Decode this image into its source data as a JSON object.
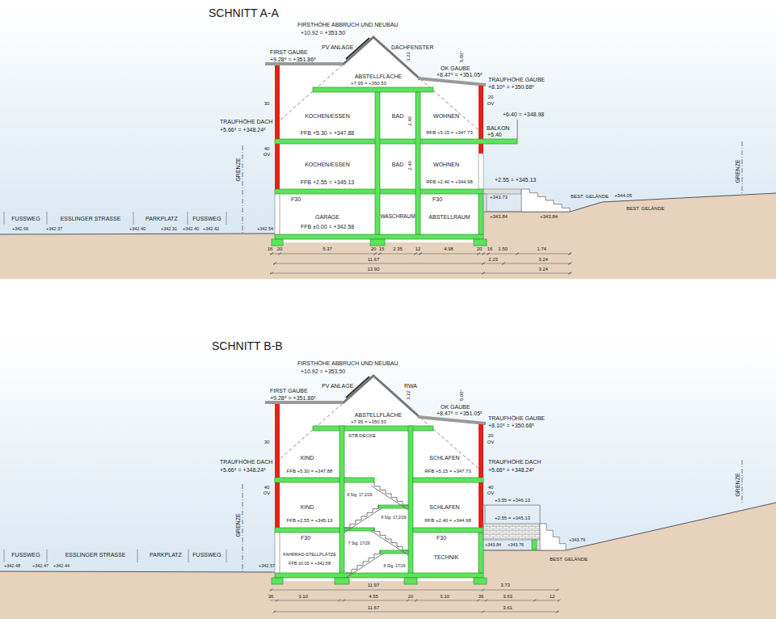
{
  "diagram": {
    "labels": [
      "SCHNITT A-A",
      "FIRSTHÖHE ABBRUCH UND NEUBAU",
      "+10.92 = +353.50",
      "PV ANLAGE",
      "DACHFENSTER",
      "3.22",
      "5.00°",
      "FIRST GAUBE",
      "+9.28⁵ = +351.86⁵",
      "OK GAUBE",
      "+8.47⁵ = +351.05⁵",
      "TRAUFHÖHE GAUBE",
      "+8.10⁵ = +350.68⁵",
      "ABSTELLFLÄCHE",
      "+7.95 = +350.53",
      "TRAUFHÖHE DACH",
      "+5.66⁵ = +348.24⁵",
      "30",
      "20",
      "OV",
      "40",
      "OV",
      "KOCHEN/ESSEN",
      "FFB +5.30 = +347.88",
      "BAD",
      "WOHNEN",
      "RFB +5.15 = +347.73",
      "2.40",
      "BALKON",
      "+6.40 = +348.98",
      "+5.40",
      "KOCHEN/ESSEN",
      "FFB +2.55 = +345.13",
      "BAD",
      "WOHNEN",
      "RFB +2.40 = +344.98",
      "2.40",
      "F30",
      "F30",
      "GARAGE",
      "FFB ±0.00 = +342.58",
      "WASCHRAUM",
      "ABSTELLRAUM",
      "+2.55 = +345.13",
      "+343.73",
      "BEST. GELÄNDE",
      "+343.84",
      "+343.84",
      "GRENZE",
      "GRENZE",
      "+344.05",
      "BEST. GELÄNDE",
      "FUSSWEG",
      "ESSLINGER STRASSE",
      "PARKPLATZ",
      "FUSSWEG",
      "+342.66",
      "+342.37",
      "+342.40",
      "+342.31",
      "+342.40",
      "+342.42",
      "+342.54",
      "16",
      "20",
      "5.37",
      "20",
      "15",
      "2.35",
      "12",
      "4.98",
      "20",
      "16",
      "1.50",
      "1.74",
      "11.67",
      "2.23",
      "3.24",
      "13.90",
      "3.24",
      "SCHNITT B-B",
      "FIRSTHÖHE ABBRUCH UND NEUBAU",
      "+10.92 = +353.50",
      "PV ANLAGE",
      "RWA",
      "3.22",
      "5.00°",
      "FIRST GAUBE",
      "+9.28⁵ = +351.86⁵",
      "OK GAUBE",
      "+8.47⁵ = +351.05⁵",
      "TRAUFHÖHE GAUBE",
      "+8.10⁵ = +350.68⁵",
      "ABSTELLFLÄCHE",
      "+7.95 = +350.53",
      "STB DECKE",
      "TRAUFHÖHE DACH",
      "+5.66⁵ = +348.24⁵",
      "TRAUFHÖHE DACH",
      "+5.66⁵ = +348.24⁵",
      "30",
      "40",
      "OV",
      "20",
      "OV",
      "40",
      "OV",
      "KIND",
      "FFB +5.30 = +347.88",
      "8 Stg. 17,2/29",
      "SCHLAFEN",
      "RFB +5.15 = +347.73",
      "8 Stg. 17,2/29",
      "KIND",
      "FFB +2.55 = +345.13",
      "7 Stg. 17/29",
      "SCHLAFEN",
      "RFB +2.40 = +344.98",
      "F30",
      "F30",
      "8 Stg. 17/29",
      "FAHRRAD-STELLPLÄTZE",
      "FFB ±0.00 = +342.58",
      "TECHNIK",
      "+3.55 = +346.13",
      "+2.55 = +345.13",
      "+343.84",
      "+343.76",
      "+343.79",
      "BEST. GELÄNDE",
      "GRENZE",
      "GRENZE",
      "FUSSWEG",
      "ESSLINGER STRASSE",
      "PARKPLATZ",
      "FUSSWEG",
      "+342.48",
      "+342.47",
      "+342.44",
      "+342.57",
      "11.97",
      "3.73",
      "36",
      "3.10",
      "4.55",
      "20",
      "3.10",
      "36",
      "3.63",
      "12",
      "11.67",
      "3.61"
    ]
  }
}
